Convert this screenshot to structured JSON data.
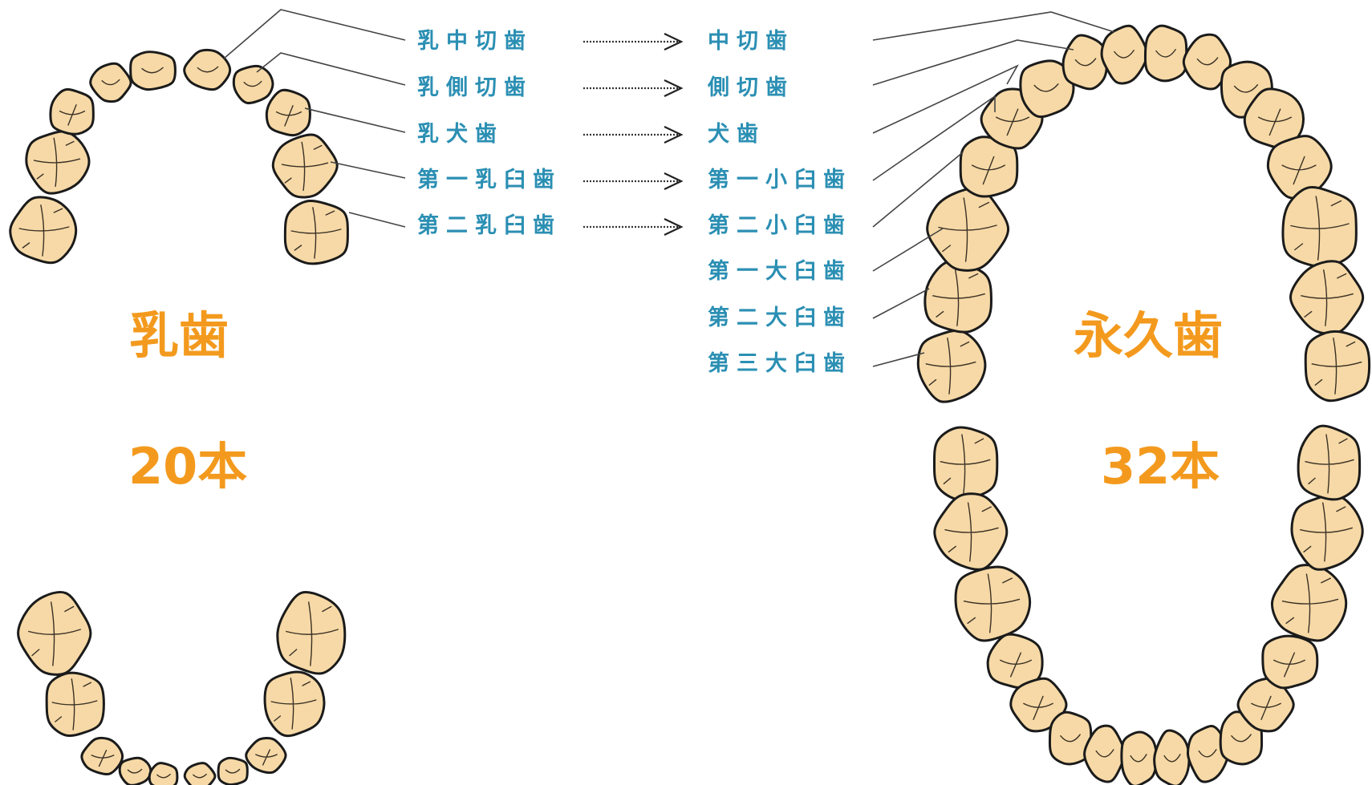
{
  "primary": {
    "title": "乳歯",
    "count": "20本",
    "teeth": [
      "乳中切歯",
      "乳側切歯",
      "乳犬歯",
      "第一乳臼歯",
      "第二乳臼歯"
    ]
  },
  "permanent": {
    "title": "永久歯",
    "count": "32本",
    "teeth": [
      "中切歯",
      "側切歯",
      "犬歯",
      "第一小臼歯",
      "第二小臼歯",
      "第一大臼歯",
      "第二大臼歯",
      "第三大臼歯"
    ]
  },
  "colors": {
    "label_blue": "#2b8fb3",
    "title_orange": "#f39a1e",
    "tooth_fill": "#f6d9a6",
    "tooth_outline": "#1b1b1b"
  }
}
